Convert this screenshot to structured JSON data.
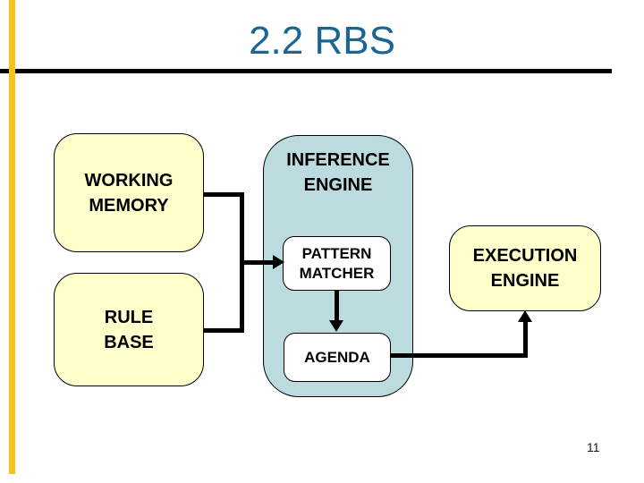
{
  "slide": {
    "title": "2.2 RBS",
    "page_number": "11"
  },
  "diagram": {
    "nodes": [
      {
        "id": "working-memory",
        "label": "WORKING\nMEMORY",
        "fill": "#FFFFCC"
      },
      {
        "id": "rule-base",
        "label": "RULE\nBASE",
        "fill": "#FFFFCC"
      },
      {
        "id": "inference-engine",
        "label": "INFERENCE\nENGINE",
        "fill": "#BCDBDF"
      },
      {
        "id": "pattern-matcher",
        "label": "PATTERN\nMATCHER",
        "fill": "#FFFFFF",
        "parent": "inference-engine"
      },
      {
        "id": "agenda",
        "label": "AGENDA",
        "fill": "#FFFFFF",
        "parent": "inference-engine"
      },
      {
        "id": "execution-engine",
        "label": "EXECUTION\nENGINE",
        "fill": "#FFFFCC"
      }
    ],
    "edges": [
      {
        "from": "working-memory",
        "to": "pattern-matcher",
        "arrow": true
      },
      {
        "from": "rule-base",
        "to": "pattern-matcher",
        "arrow": true
      },
      {
        "from": "pattern-matcher",
        "to": "agenda",
        "arrow": true
      },
      {
        "from": "agenda",
        "to": "execution-engine",
        "arrow": true
      }
    ]
  },
  "colors": {
    "title_text": "#1B6593",
    "accent_bar": "#F2C41B",
    "node_yellow": "#FFFFCC",
    "node_blue": "#BCDBDF",
    "node_white": "#FFFFFF",
    "line": "#000000",
    "background": "#FEFFFE"
  }
}
